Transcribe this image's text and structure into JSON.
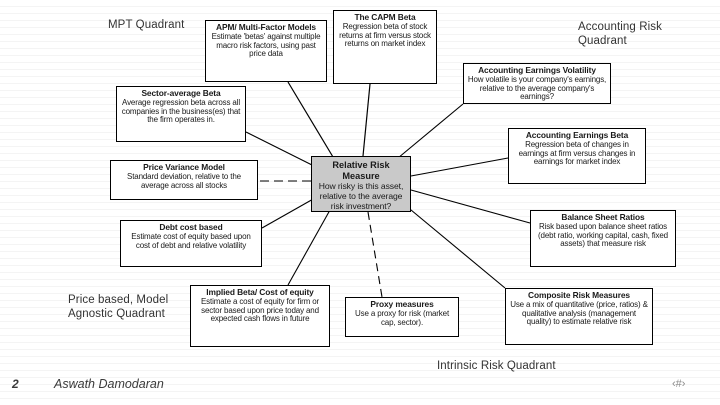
{
  "slide": {
    "footer": {
      "page_number": "2",
      "author": "Aswath Damodaran",
      "hash_placeholder": "‹#›"
    },
    "quadrant_labels": [
      {
        "name": "mpt",
        "text": "MPT Quadrant"
      },
      {
        "name": "accounting-risk",
        "text": "Accounting Risk\nQuadrant"
      },
      {
        "name": "price-based",
        "text": "Price based, Model\nAgnostic Quadrant"
      },
      {
        "name": "intrinsic-risk",
        "text": "Intrinsic Risk Quadrant"
      }
    ],
    "center": {
      "title": "Relative Risk Measure",
      "body": "How risky is this asset, relative to the average risk investment?"
    },
    "nodes": [
      {
        "id": "apm-multi-factor",
        "title": "APM/ Multi-Factor Models",
        "body": "Estimate 'betas' against multiple macro risk factors, using past price data"
      },
      {
        "id": "capm-beta",
        "title": "The CAPM Beta",
        "body": "Regression beta of stock returns at firm versus stock returns on market index"
      },
      {
        "id": "sector-average-beta",
        "title": "Sector-average Beta",
        "body": "Average regression beta across all companies in the business(es) that the firm operates in."
      },
      {
        "id": "price-variance-model",
        "title": "Price Variance Model",
        "body": "Standard deviation, relative to the average across all stocks"
      },
      {
        "id": "debt-cost-based",
        "title": "Debt cost based",
        "body": "Estimate cost of equity based upon cost of debt and relative volatility"
      },
      {
        "id": "implied-beta",
        "title": "Implied Beta/ Cost of equity",
        "body": "Estimate a cost of equity for firm or sector based upon price today and expected cash flows in future"
      },
      {
        "id": "proxy-measures",
        "title": "Proxy measures",
        "body": "Use a proxy for risk (market cap, sector)."
      },
      {
        "id": "composite-risk-measures",
        "title": "Composite Risk Measures",
        "body": "Use a mix of quantitative (price, ratios) & qualitative analysis (management quality) to estimate relative risk"
      },
      {
        "id": "balance-sheet-ratios",
        "title": "Balance Sheet Ratios",
        "body": "Risk based upon balance sheet ratios (debt ratio, working capital, cash, fixed assets) that measure risk"
      },
      {
        "id": "accounting-earnings-beta",
        "title": "Accounting Earnings Beta",
        "body": "Regression beta of changes in earnings at firm versus changes in earnings for market index"
      },
      {
        "id": "accounting-earnings-volatility",
        "title": "Accounting Earnings Volatility",
        "body": "How volatile is your company's earnings, relative to the average company's earnings?"
      }
    ],
    "colors": {
      "center_fill": "#c9c9c9",
      "box_border": "#000000",
      "background": "#ffffff",
      "label_text": "#333333"
    }
  }
}
